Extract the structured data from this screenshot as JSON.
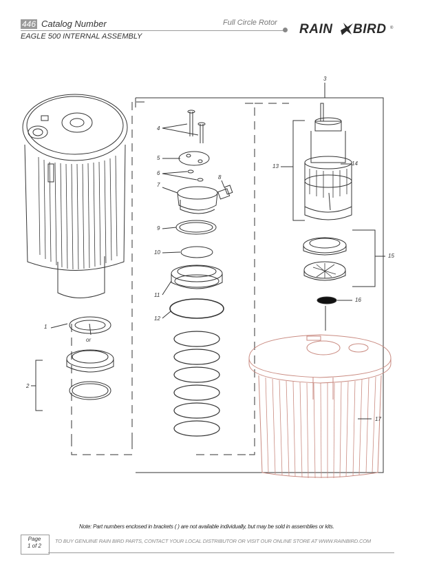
{
  "header": {
    "page_number": "446",
    "catalog_label": "Catalog Number",
    "product_line": "Full Circle Rotor",
    "subtitle": "EAGLE 500 INTERNAL ASSEMBLY"
  },
  "logo": {
    "text_left": "RAIN",
    "text_right": "BIRD",
    "trademark": "®",
    "icon": "bird-logo-icon"
  },
  "callouts": {
    "c1": "1",
    "c2": "2",
    "c3": "3",
    "c4": "4",
    "c5": "5",
    "c6": "6",
    "c7": "7",
    "c8": "8",
    "c9": "9",
    "c10": "10",
    "c11": "11",
    "c12": "12",
    "c13": "13",
    "c14": "14",
    "c15": "15",
    "c16": "16",
    "c17": "17",
    "or": "or"
  },
  "note": "Note: Part numbers enclosed in brackets ( ) are not available individually, but may be sold in assemblies or kits.",
  "footer": {
    "page_label": "Page",
    "page_of": "1 of 2",
    "buy_text": "TO BUY GENUINE RAIN BIRD PARTS, CONTACT YOUR LOCAL DISTRIBUTOR OR VISIT OUR ONLINE STORE AT WWW.RAINBIRD.COM"
  },
  "colors": {
    "housing_tint": "#c98a80",
    "line": "#333333",
    "gray_accent": "#999999"
  }
}
